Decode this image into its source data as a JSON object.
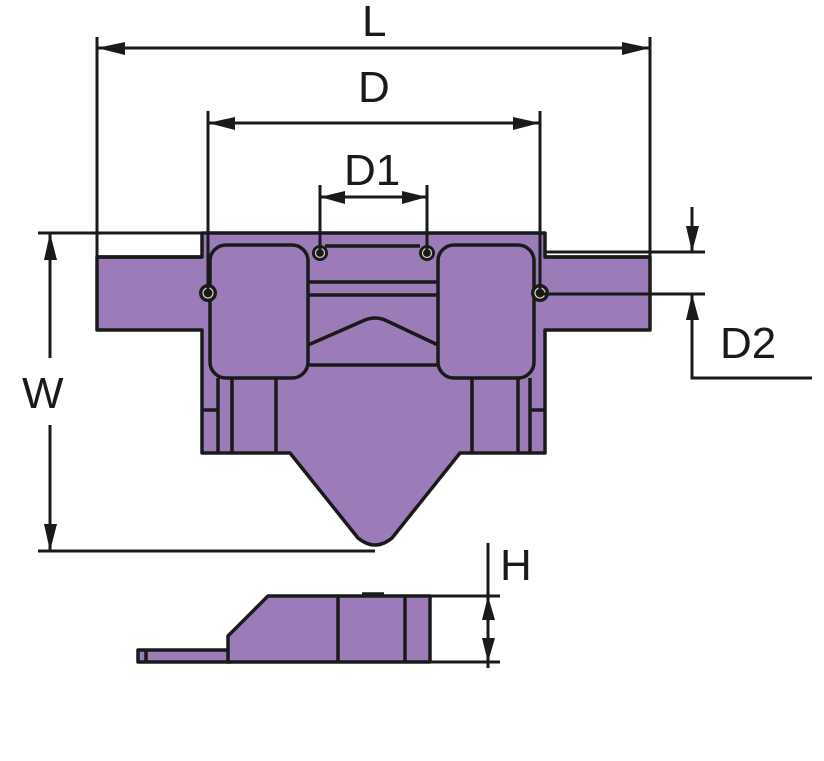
{
  "diagram": {
    "title": "Cable tie mount dimension drawing",
    "fill_color": "#9b7bb8",
    "line_color": "#1a1a1a",
    "labels": {
      "L": "L",
      "D": "D",
      "D1": "D1",
      "D2": "D2",
      "W": "W",
      "H": "H"
    },
    "views": [
      "top-view",
      "side-view"
    ]
  }
}
